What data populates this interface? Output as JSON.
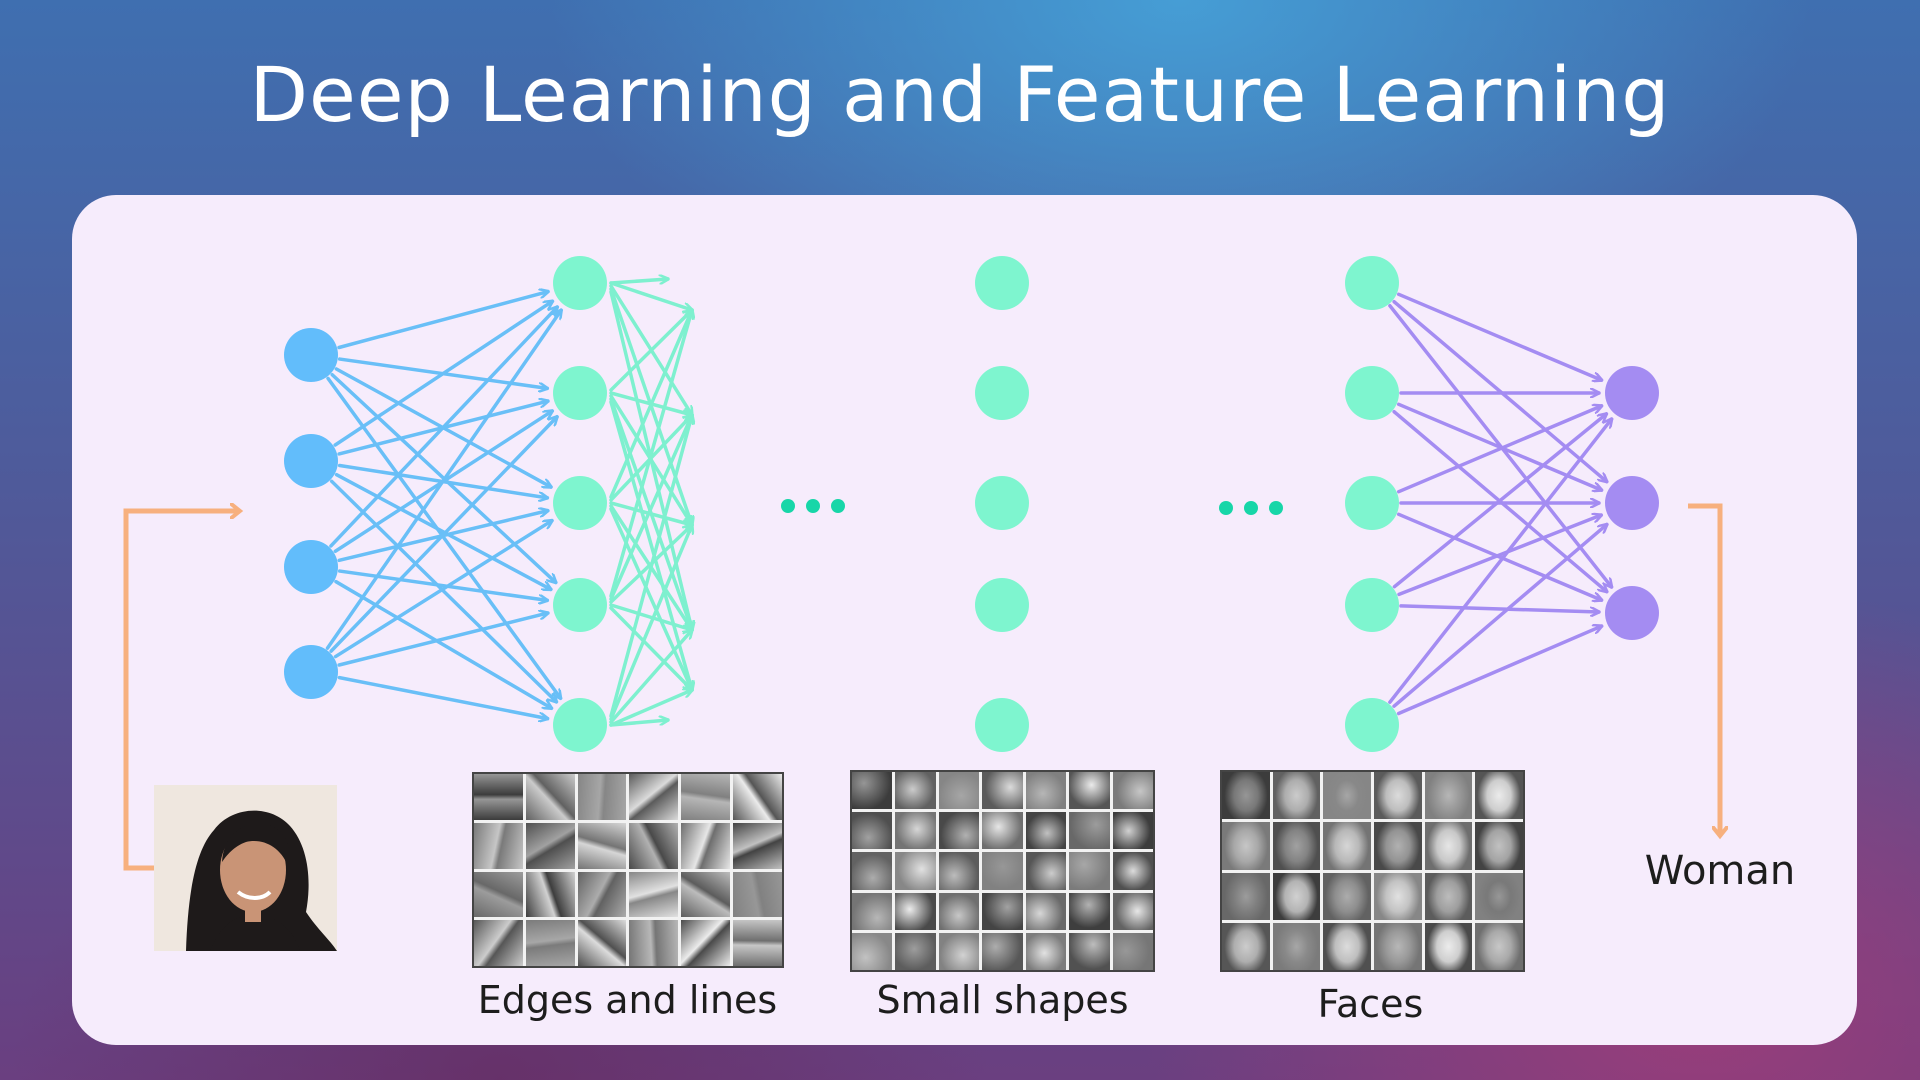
{
  "title": "Deep Learning and Feature Learning",
  "captions": {
    "edges": "Edges and lines",
    "shapes": "Small shapes",
    "faces": "Faces",
    "output": "Woman"
  },
  "colors": {
    "input_nodes": "#62bdfb",
    "hidden_nodes": "#7ef5cf",
    "output_nodes": "#a48cf2",
    "input_edges": "#69bff7",
    "hidden_edges": "#7ef0cf",
    "output_edges": "#a48cf2",
    "flow_arrows": "#f7b07e",
    "ellipsis": "#17d6a8"
  },
  "icons": {
    "ellipsis": "dots-ellipsis-icon",
    "flow_arrow": "arrow-icon"
  }
}
